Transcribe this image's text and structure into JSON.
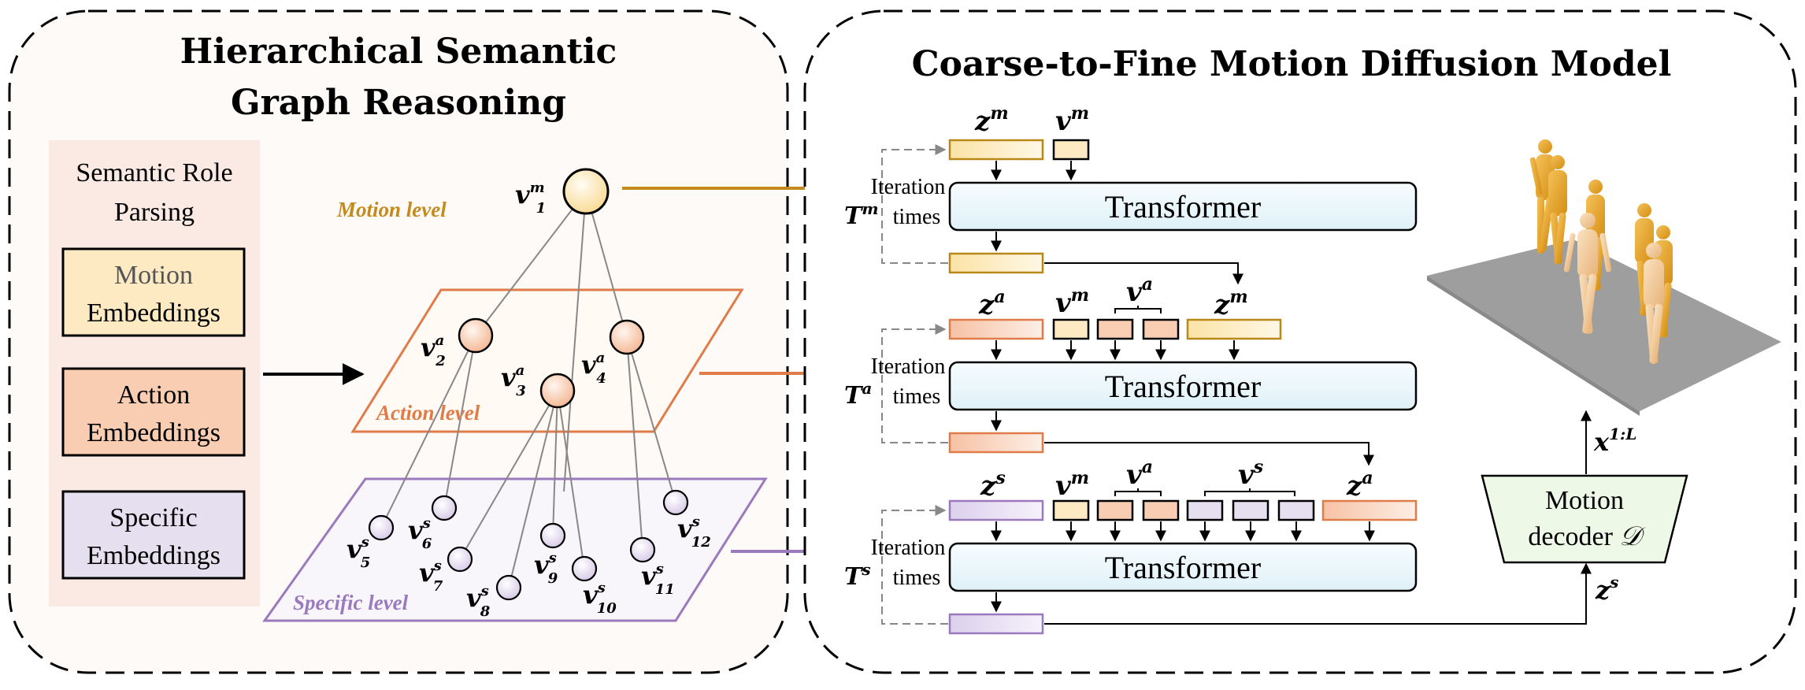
{
  "left_panel": {
    "title_line1": "Hierarchical Semantic",
    "title_line2": "Graph Reasoning",
    "parsing_title_line1": "Semantic Role",
    "parsing_title_line2": "Parsing",
    "embeddings": [
      {
        "line1": "Motion",
        "line2": "Embeddings",
        "color": "#fde9c2"
      },
      {
        "line1": "Action",
        "line2": "Embeddings",
        "color": "#f8cdb2"
      },
      {
        "line1": "Specific",
        "line2": "Embeddings",
        "color": "#e6dff0"
      }
    ],
    "levels": {
      "motion": {
        "label": "Motion level",
        "color": "#c48a1b"
      },
      "action": {
        "label": "Action level",
        "color": "#e07b4a"
      },
      "specific": {
        "label": "Specific level",
        "color": "#9b79bd"
      }
    },
    "nodes": {
      "v1m": {
        "base": "v",
        "sub": "1",
        "sup": "m"
      },
      "v2a": {
        "base": "v",
        "sub": "2",
        "sup": "a"
      },
      "v3a": {
        "base": "v",
        "sub": "3",
        "sup": "a"
      },
      "v4a": {
        "base": "v",
        "sub": "4",
        "sup": "a"
      },
      "v5s": {
        "base": "v",
        "sub": "5",
        "sup": "s"
      },
      "v6s": {
        "base": "v",
        "sub": "6",
        "sup": "s"
      },
      "v7s": {
        "base": "v",
        "sub": "7",
        "sup": "s"
      },
      "v8s": {
        "base": "v",
        "sub": "8",
        "sup": "s"
      },
      "v9s": {
        "base": "v",
        "sub": "9",
        "sup": "s"
      },
      "v10s": {
        "base": "v",
        "sub": "10",
        "sup": "s"
      },
      "v11s": {
        "base": "v",
        "sub": "11",
        "sup": "s"
      },
      "v12s": {
        "base": "v",
        "sub": "12",
        "sup": "s"
      }
    }
  },
  "right_panel": {
    "title": "Coarse-to-Fine Motion Diffusion Model",
    "stages": [
      {
        "transformer_label": "Transformer",
        "iter_word": "Iteration",
        "times_word": "times",
        "T_base": "T",
        "T_sup": "m",
        "z_base": "z",
        "z_sup": "m",
        "v_base": "v",
        "v_sup": "m"
      },
      {
        "transformer_label": "Transformer",
        "iter_word": "Iteration",
        "times_word": "times",
        "T_base": "T",
        "T_sup": "a",
        "z_base": "z",
        "z_sup": "a",
        "vm_sup": "m",
        "va_sup": "a",
        "zm_sup": "m"
      },
      {
        "transformer_label": "Transformer",
        "iter_word": "Iteration",
        "times_word": "times",
        "T_base": "T",
        "T_sup": "s",
        "z_base": "z",
        "z_sup": "s",
        "vm_sup": "m",
        "va_sup": "a",
        "vs_sup": "s",
        "za_sup": "a"
      }
    ],
    "decoder": {
      "line1": "Motion",
      "line2": "decoder",
      "symbol": "𝒟"
    },
    "output": {
      "base": "x",
      "sup": "1:L"
    },
    "decoder_input": {
      "base": "z",
      "sup": "s"
    },
    "colors": {
      "motion": "#fde9c2",
      "action": "#f8cdb2",
      "specific": "#e6dff0",
      "transformer": "#eaf6fb"
    }
  }
}
